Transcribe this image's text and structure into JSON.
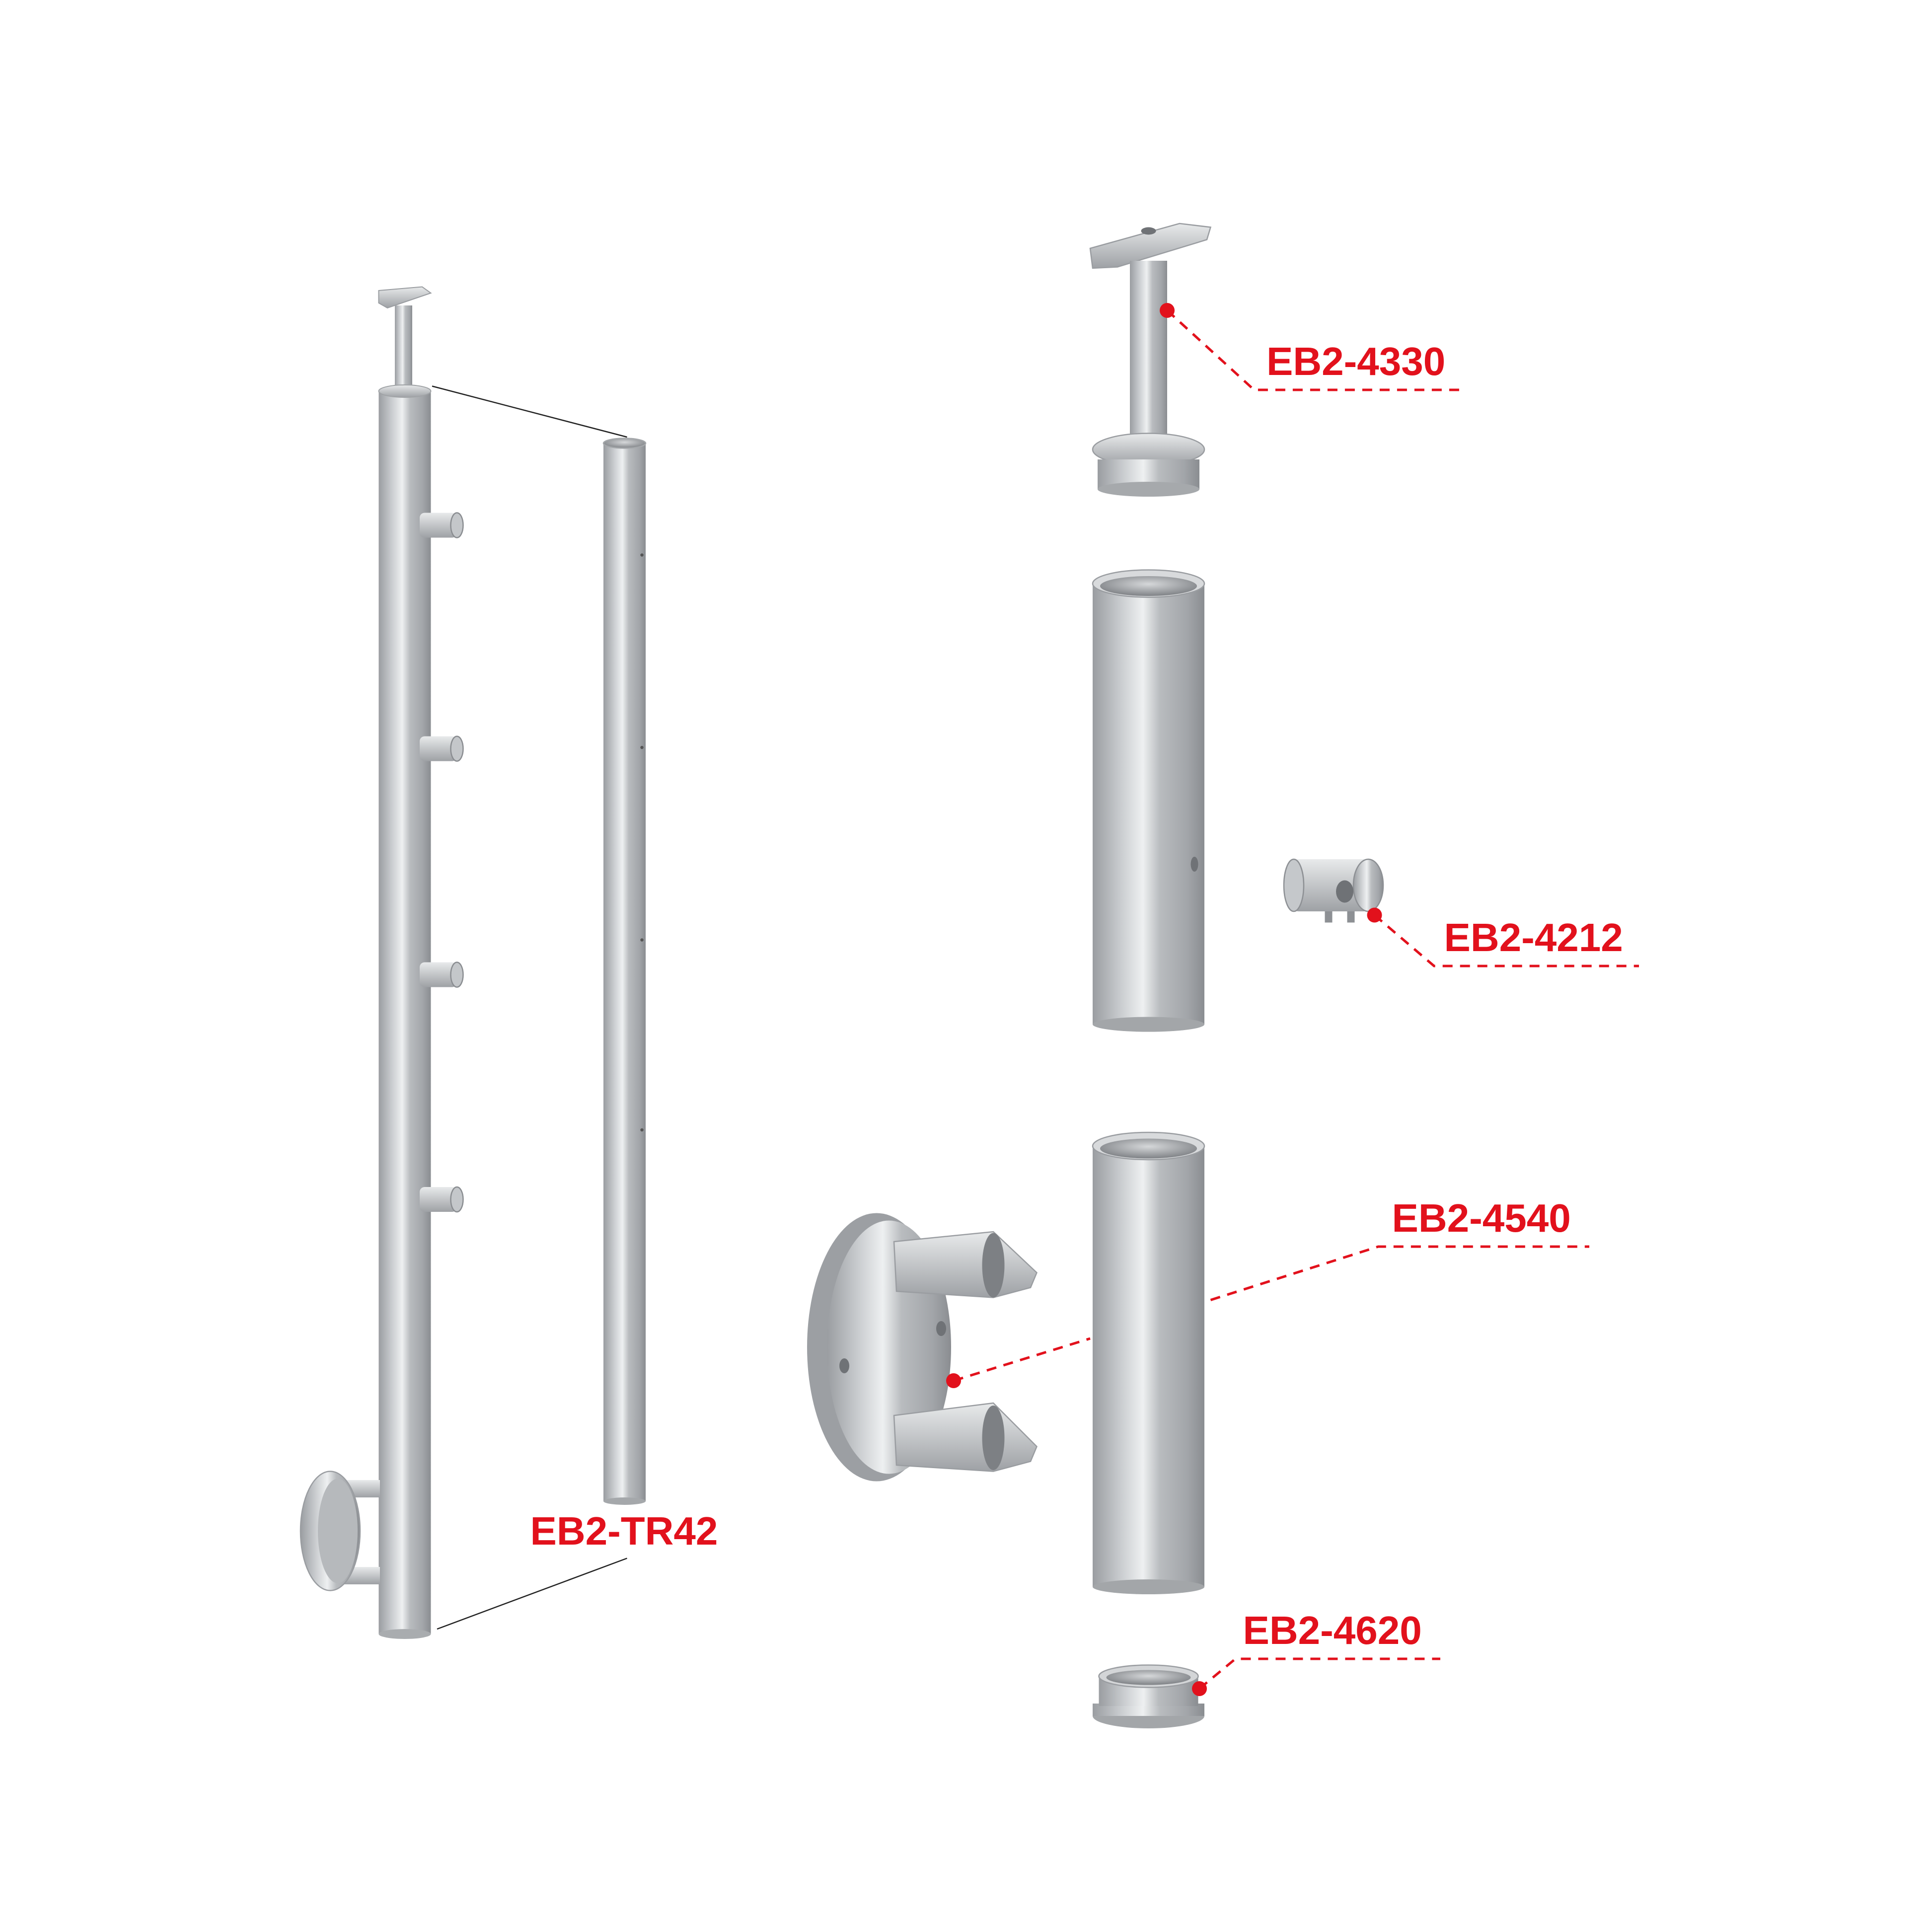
{
  "colors": {
    "accent": "#e2111c",
    "steel_light": "#e4e6e8",
    "steel_mid": "#b7babd",
    "steel_dark": "#8d9094",
    "line": "#222222"
  },
  "labels": {
    "handrail_support": "EB2-4330",
    "cable_holder": "EB2-4212",
    "wall_flange_tube": "EB2-4540",
    "end_cap": "EB2-4620",
    "tube": "EB2-TR42"
  }
}
